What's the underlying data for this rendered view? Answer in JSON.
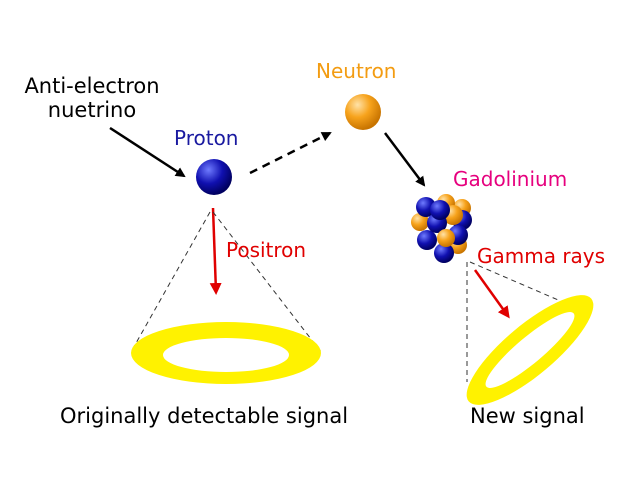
{
  "labels": {
    "anti_electron_neutrino": "Anti-electron nuetrino",
    "proton": "Proton",
    "neutron": "Neutron",
    "gadolinium": "Gadolinium",
    "positron": "Positron",
    "gamma_rays": "Gamma rays",
    "originally_detectable_signal": "Originally detectable signal",
    "new_signal": "New signal"
  },
  "colors": {
    "proton": "#1a1aa0",
    "neutron": "#f39c12",
    "gadolinium": "#e6007e",
    "emission": "#e00000",
    "ring": "#fff200",
    "arrow": "#000000"
  }
}
